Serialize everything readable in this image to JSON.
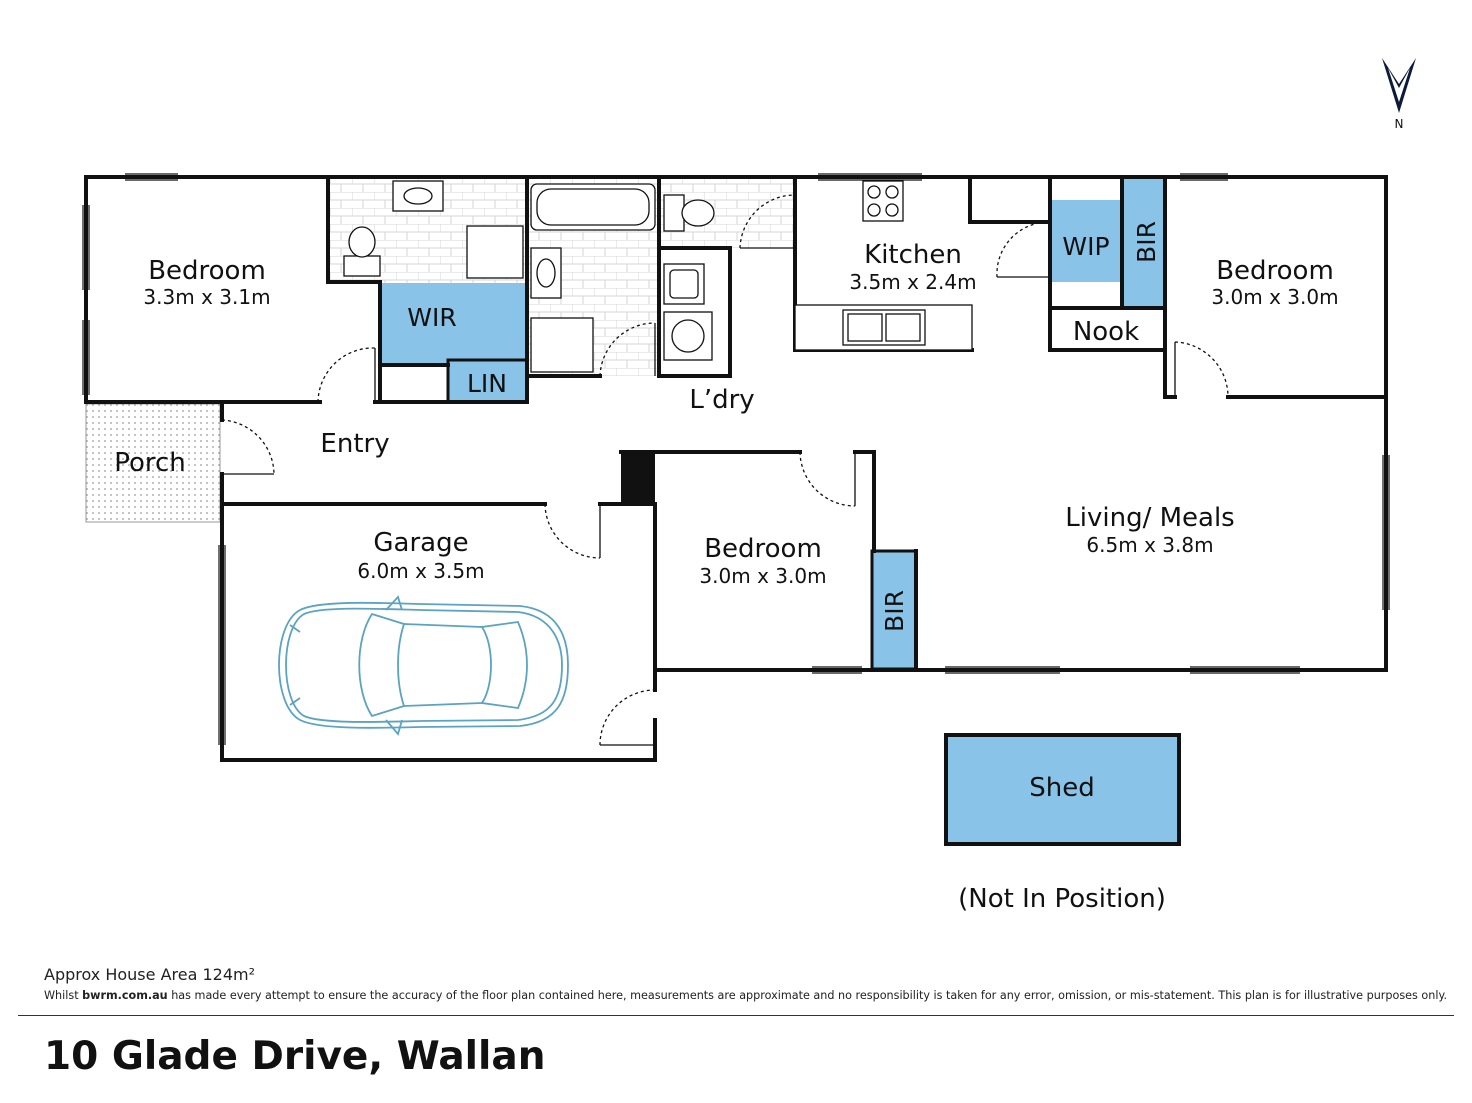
{
  "north_label": "N",
  "rooms": {
    "bedroom1": {
      "name": "Bedroom",
      "dims": "3.3m x 3.1m"
    },
    "wir": {
      "name": "WIR"
    },
    "lin": {
      "name": "LIN"
    },
    "laundry": {
      "name": "L’dry"
    },
    "kitchen": {
      "name": "Kitchen",
      "dims": "3.5m x 2.4m"
    },
    "wip": {
      "name": "WIP"
    },
    "bir_top": {
      "name": "BIR"
    },
    "bedroom2": {
      "name": "Bedroom",
      "dims": "3.0m x 3.0m"
    },
    "nook": {
      "name": "Nook"
    },
    "porch": {
      "name": "Porch"
    },
    "entry": {
      "name": "Entry"
    },
    "garage": {
      "name": "Garage",
      "dims": "6.0m x 3.5m"
    },
    "bedroom3": {
      "name": "Bedroom",
      "dims": "3.0m x 3.0m"
    },
    "bir_mid": {
      "name": "BIR"
    },
    "living": {
      "name": "Living/ Meals",
      "dims": "6.5m x 3.8m"
    },
    "shed": {
      "name": "Shed"
    }
  },
  "shed_note": "(Not In Position)",
  "footer": {
    "area": "Approx House Area 124m²",
    "disclaimer_prefix": "Whilst ",
    "disclaimer_brand": "bwrm.com.au",
    "disclaimer_rest": " has made every attempt to ensure the accuracy of the floor plan contained here, measurements are approximate and no responsibility is taken for any error, omission, or mis-statement. This plan is for illustrative purposes only.",
    "address": "10 Glade Drive, Wallan"
  },
  "colors": {
    "blue_fill": "#89c3e8",
    "wall": "#111111",
    "tile_line": "#d0d0d0",
    "car_line": "#5ba3c2"
  }
}
